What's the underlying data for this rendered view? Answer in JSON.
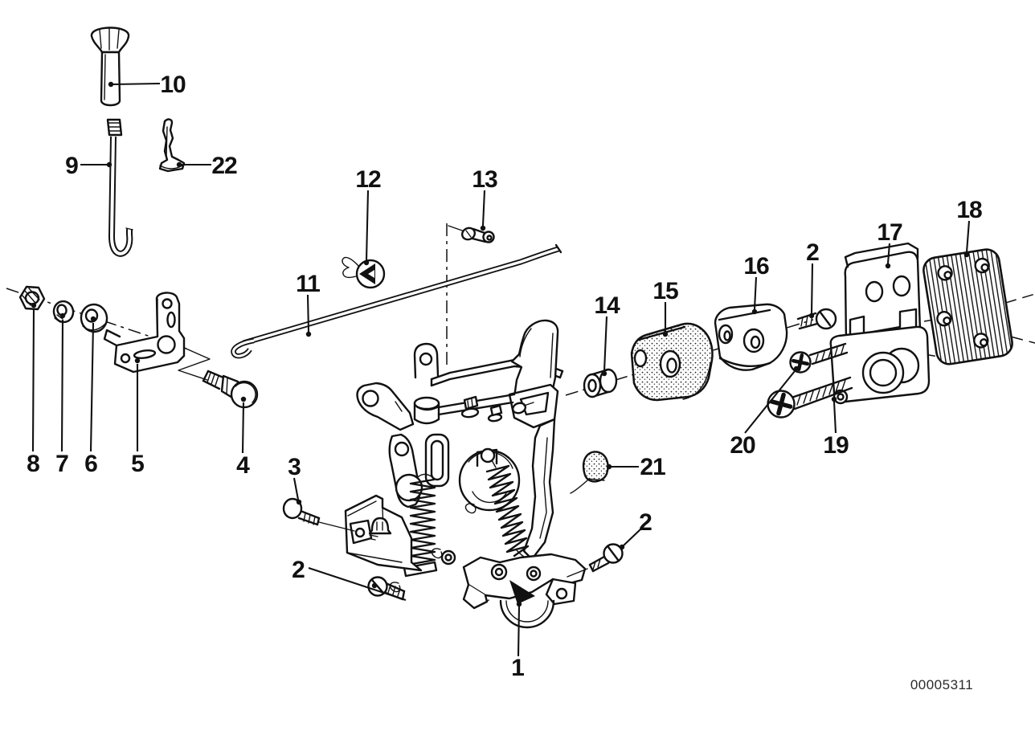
{
  "figure": {
    "diagram_number": "00005311",
    "background_color": "#ffffff",
    "line_color": "#111111"
  },
  "callouts": {
    "part1": {
      "label": "1"
    },
    "part2_lower_left": {
      "label": "2"
    },
    "part2_lower_mid": {
      "label": "2"
    },
    "part2_upper_right": {
      "label": "2"
    },
    "part3": {
      "label": "3"
    },
    "part4": {
      "label": "4"
    },
    "part5": {
      "label": "5"
    },
    "part6": {
      "label": "6"
    },
    "part7": {
      "label": "7"
    },
    "part8": {
      "label": "8"
    },
    "part9": {
      "label": "9"
    },
    "part10": {
      "label": "10"
    },
    "part11": {
      "label": "11"
    },
    "part12": {
      "label": "12"
    },
    "part13": {
      "label": "13"
    },
    "part14": {
      "label": "14"
    },
    "part15": {
      "label": "15"
    },
    "part16": {
      "label": "16"
    },
    "part17": {
      "label": "17"
    },
    "part18": {
      "label": "18"
    },
    "part19": {
      "label": "19"
    },
    "part20": {
      "label": "20"
    },
    "part21": {
      "label": "21"
    },
    "part22": {
      "label": "22"
    }
  }
}
